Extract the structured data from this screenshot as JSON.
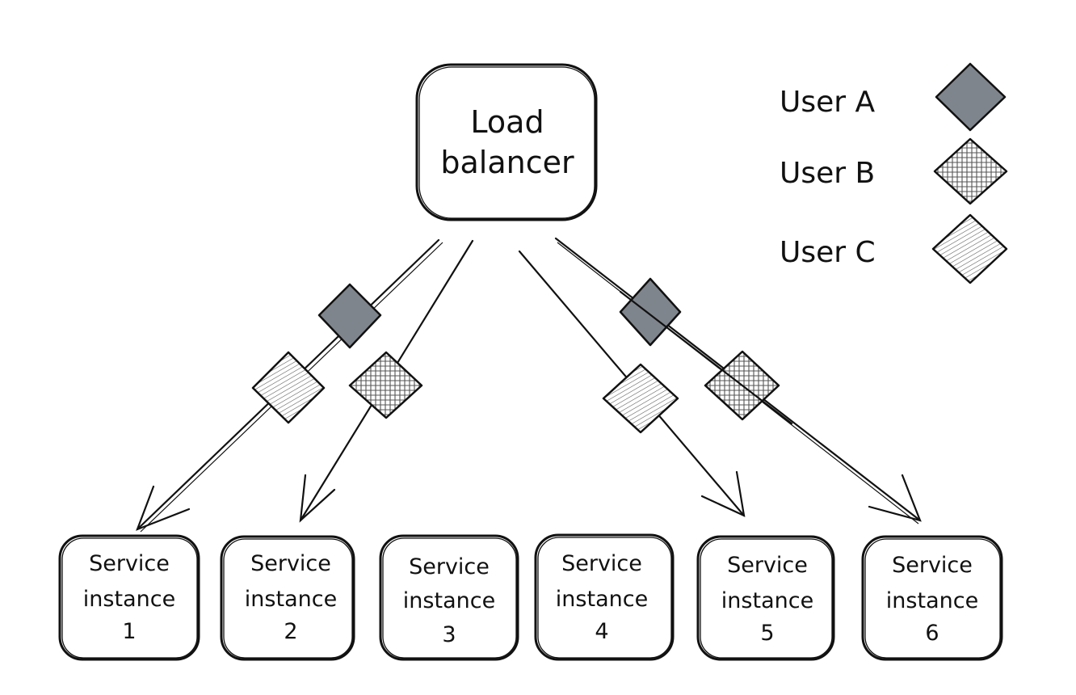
{
  "load_balancer": {
    "line1": "Load",
    "line2": "balancer"
  },
  "legend": [
    {
      "label": "User A",
      "fill": "solid"
    },
    {
      "label": "User B",
      "fill": "crosshatch"
    },
    {
      "label": "User C",
      "fill": "hatch"
    }
  ],
  "instances": [
    {
      "line1": "Service",
      "line2": "instance",
      "line3": "1"
    },
    {
      "line1": "Service",
      "line2": "instance",
      "line3": "2"
    },
    {
      "line1": "Service",
      "line2": "instance",
      "line3": "3"
    },
    {
      "line1": "Service",
      "line2": "instance",
      "line3": "4"
    },
    {
      "line1": "Service",
      "line2": "instance",
      "line3": "5"
    },
    {
      "line1": "Service",
      "line2": "instance",
      "line3": "6"
    }
  ],
  "routes": [
    {
      "target": "1",
      "users": [
        "User A",
        "User C"
      ]
    },
    {
      "target": "2",
      "users": [
        "User B"
      ]
    },
    {
      "target": "5",
      "users": [
        "User C"
      ]
    },
    {
      "target": "6",
      "users": [
        "User A",
        "User B"
      ]
    }
  ],
  "colors": {
    "ink": "#111111",
    "user_a_fill": "#7f858c",
    "background": "#ffffff"
  }
}
